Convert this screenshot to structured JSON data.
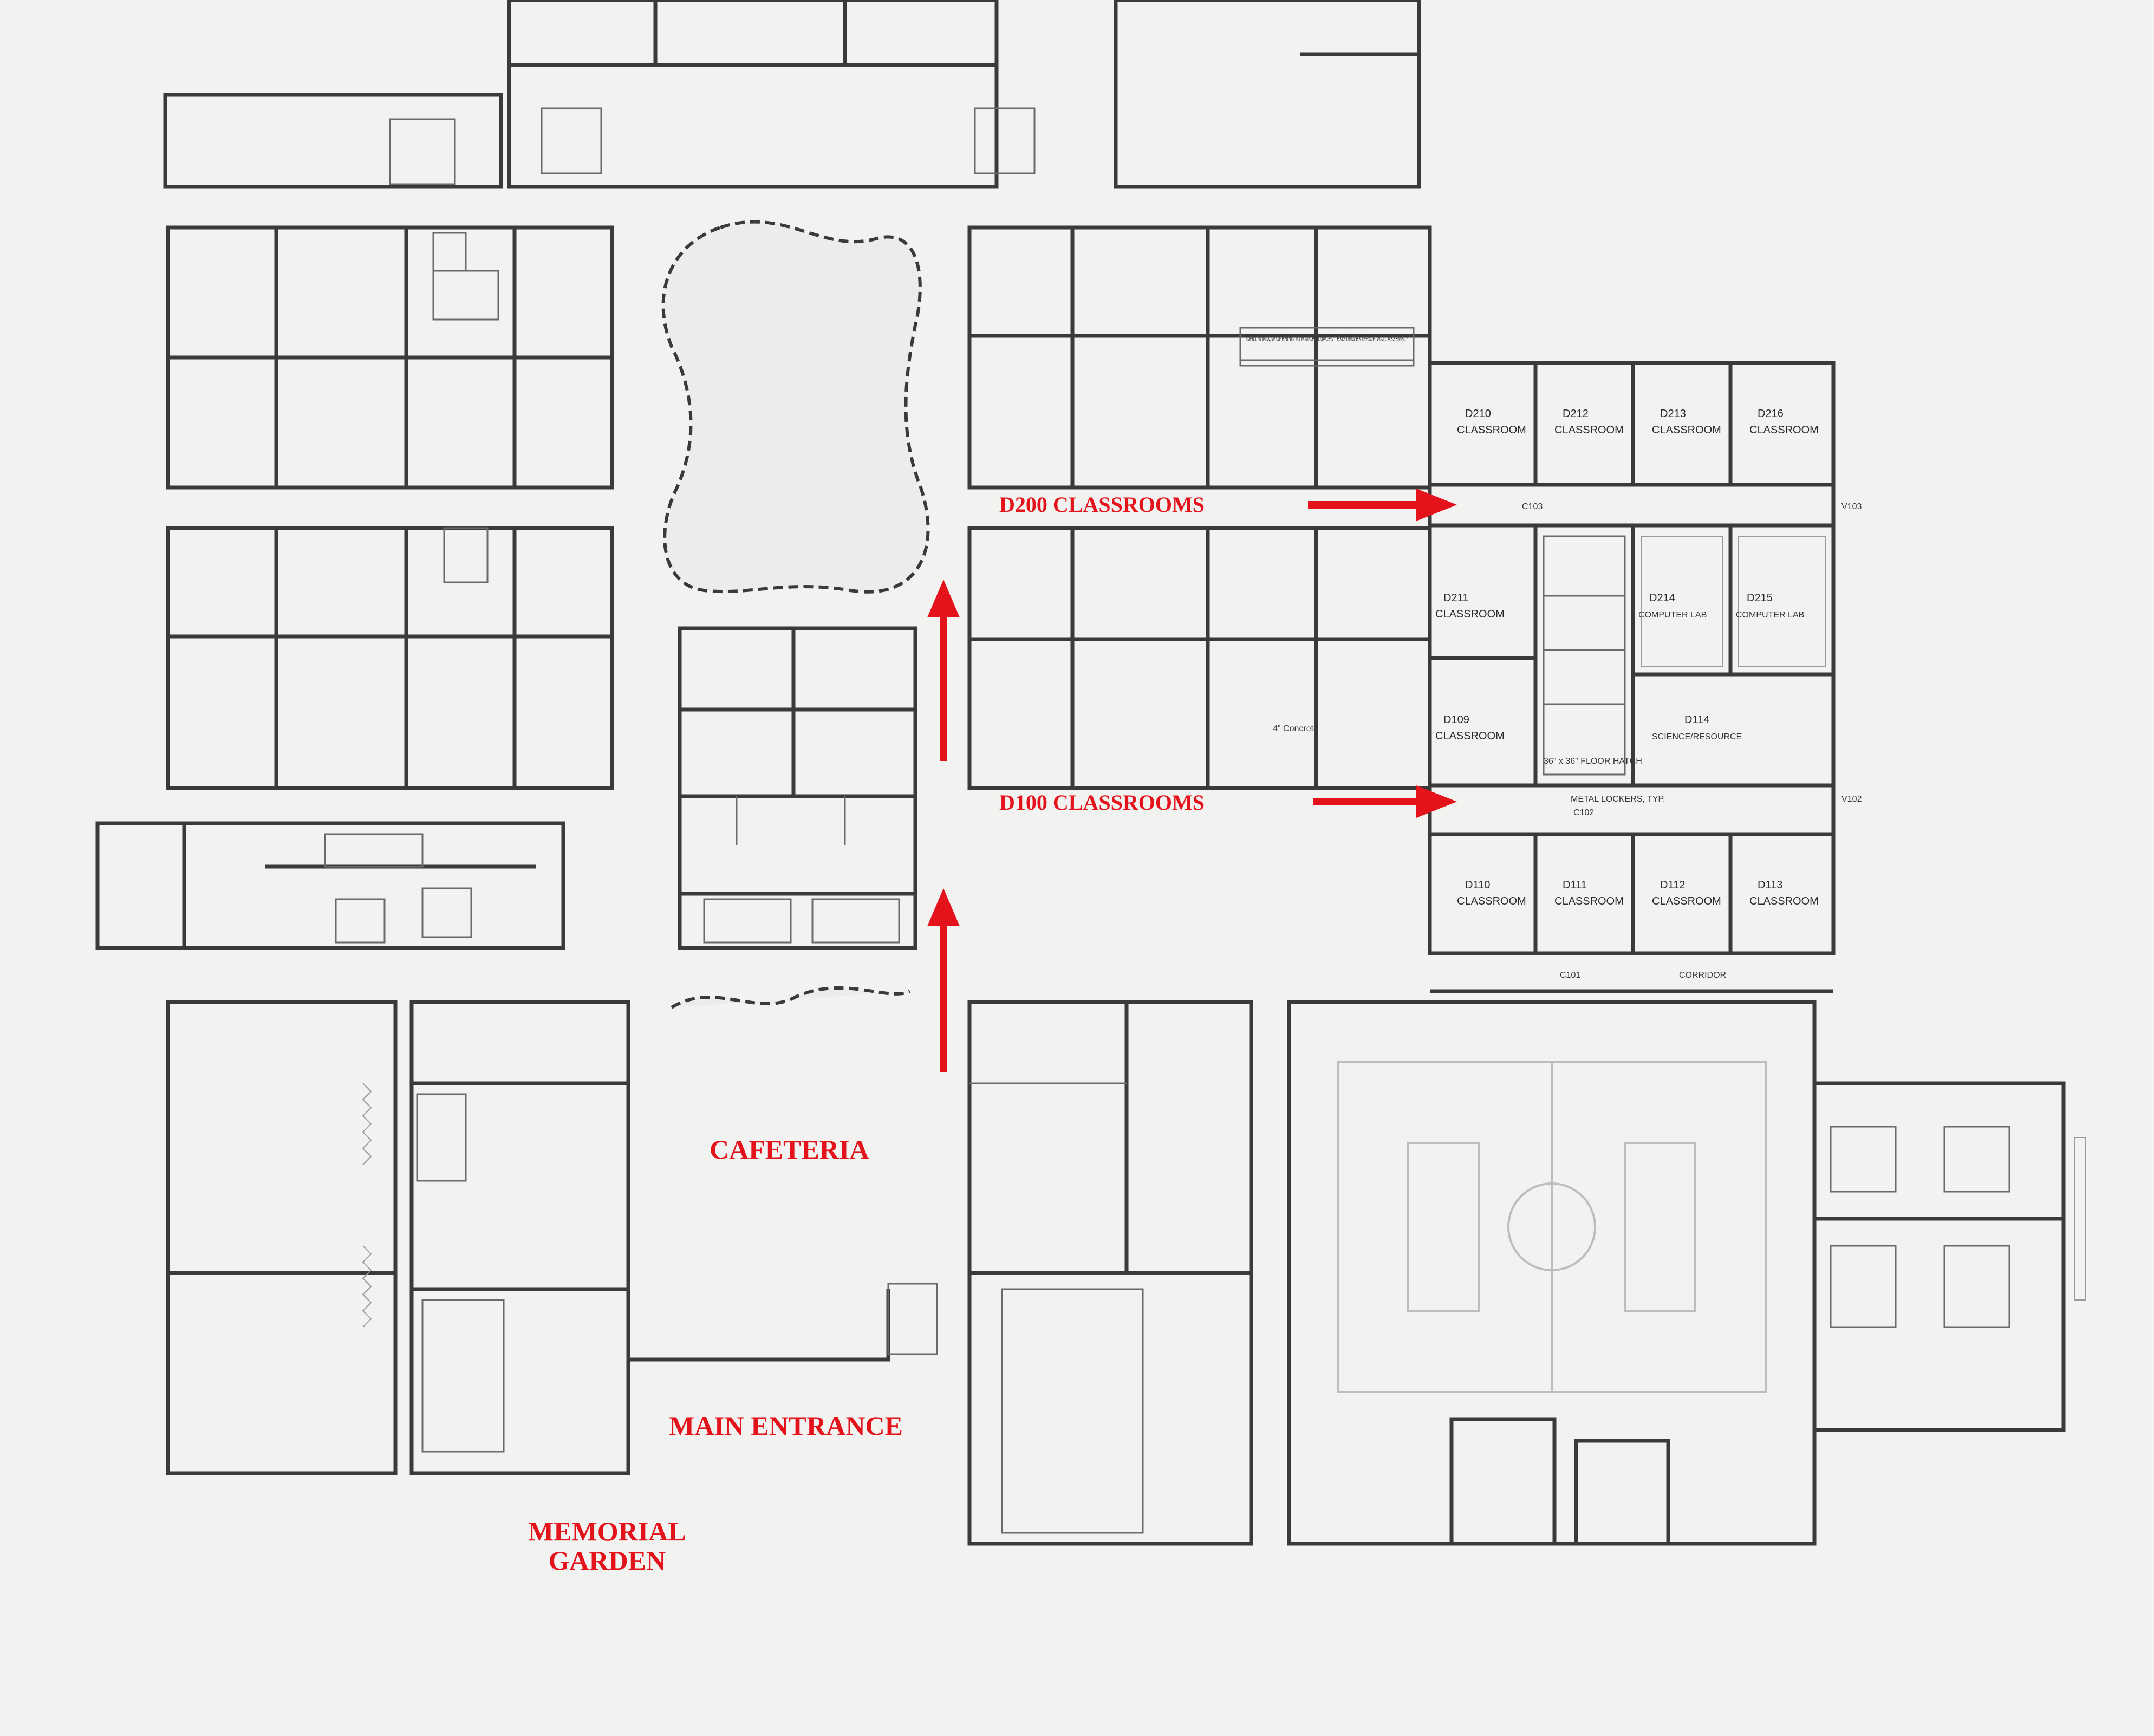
{
  "labels": {
    "d200": "D200 CLASSROOMS",
    "d100": "D100 CLASSROOMS",
    "cafeteria": "CAFETERIA",
    "main_entrance": "MAIN ENTRANCE",
    "memorial_garden_line1": "MEMORIAL",
    "memorial_garden_line2": "GARDEN"
  },
  "plan_text": {
    "d200_rooms": [
      {
        "room": "D210",
        "name": "CLASSROOM"
      },
      {
        "room": "D212",
        "name": "CLASSROOM"
      },
      {
        "room": "D213",
        "name": "CLASSROOM"
      },
      {
        "room": "D216",
        "name": "CLASSROOM"
      }
    ],
    "d_mid_rooms": [
      {
        "room": "D211",
        "name": "CLASSROOM"
      },
      {
        "room": "D214",
        "name": "COMPUTER LAB"
      },
      {
        "room": "D215",
        "name": "COMPUTER LAB"
      },
      {
        "room": "D109",
        "name": "CLASSROOM"
      },
      {
        "room": "D114",
        "name": "SCIENCE/RESOURCE"
      }
    ],
    "d100_rooms": [
      {
        "room": "D110",
        "name": "CLASSROOM"
      },
      {
        "room": "D111",
        "name": "CLASSROOM"
      },
      {
        "room": "D112",
        "name": "CLASSROOM"
      },
      {
        "room": "D113",
        "name": "CLASSROOM"
      }
    ],
    "corridors": [
      "C103",
      "C102",
      "C101",
      "CORRIDOR"
    ],
    "vestibules": [
      "V103",
      "V102"
    ],
    "note_window": "INFILL WINDOW OPENING TO MATCH ADJACENT EXISTING EXTERIOR WALL ASSEMBLY",
    "note_lockers": "METAL LOCKERS, TYP.",
    "note_hatch": "36\" x 36\" FLOOR HATCH",
    "note_concrete": "4\" Concrete"
  },
  "colors": {
    "annotation": "#e3121b",
    "line": "#3a3a3a",
    "paper": "#f2f2f0"
  }
}
